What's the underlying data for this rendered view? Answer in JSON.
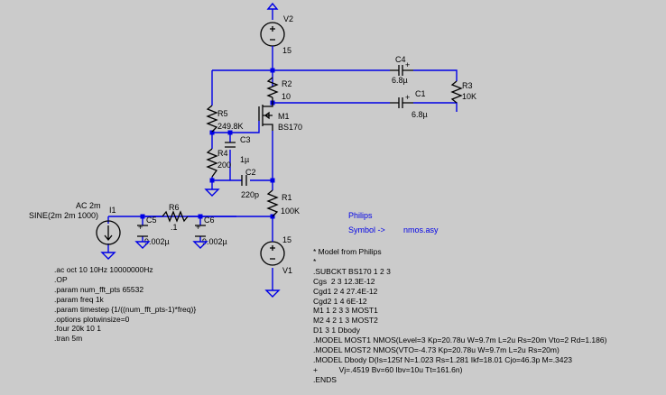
{
  "components": {
    "V2": {
      "name": "V2",
      "value": "15"
    },
    "V1": {
      "name": "V1",
      "value": "15"
    },
    "C4": {
      "name": "C4",
      "value": "6.8µ"
    },
    "C1": {
      "name": "C1",
      "value": "6.8µ"
    },
    "R2": {
      "name": "R2",
      "value": "10"
    },
    "R3": {
      "name": "R3",
      "value": "10K"
    },
    "R5": {
      "name": "R5",
      "value": "249.8K"
    },
    "M1": {
      "name": "M1",
      "value": "BS170"
    },
    "C3": {
      "name": "C3",
      "value": "1µ"
    },
    "R4": {
      "name": "R4",
      "value": "200"
    },
    "C2": {
      "name": "C2",
      "value": "220p"
    },
    "R1": {
      "name": "R1",
      "value": "100K"
    },
    "I1": {
      "name": "I1",
      "value1": "AC 2m",
      "value2": "SINE(2m 2m 1000)"
    },
    "R6": {
      "name": "R6",
      "value": ".1"
    },
    "C5": {
      "name": "C5",
      "value": "9.002µ"
    },
    "C6": {
      "name": "C6",
      "value": "9.002µ"
    }
  },
  "symbol_note": {
    "title": "Philips",
    "symbol_label": "Symbol ->",
    "symbol_file": "nmos.asy"
  },
  "spice_directives": ".ac oct 10 10Hz 10000000Hz\n.OP\n.param num_fft_pts 65532\n.param freq 1k\n.param timestep {1/((num_fft_pts-1)*freq)}\n.options plotwinsize=0\n.four 20k 10 1\n.tran 5m",
  "model_text": "* Model from Philips\n*\n.SUBCKT BS170 1 2 3\nCgs  2 3 12.3E-12\nCgd1 2 4 27.4E-12\nCgd2 1 4 6E-12\nM1 1 2 3 3 MOST1\nM2 4 2 1 3 MOST2\nD1 3 1 Dbody\n.MODEL MOST1 NMOS(Level=3 Kp=20.78u W=9.7m L=2u Rs=20m Vto=2 Rd=1.186)\n.MODEL MOST2 NMOS(VTO=-4.73 Kp=20.78u W=9.7m L=2u Rs=20m)\n.MODEL Dbody D(Is=125f N=1.023 Rs=1.281 Ikf=18.01 Cjo=46.3p M=.3423\n+          Vj=.4519 Bv=60 Ibv=10u Tt=161.6n)\n.ENDS"
}
